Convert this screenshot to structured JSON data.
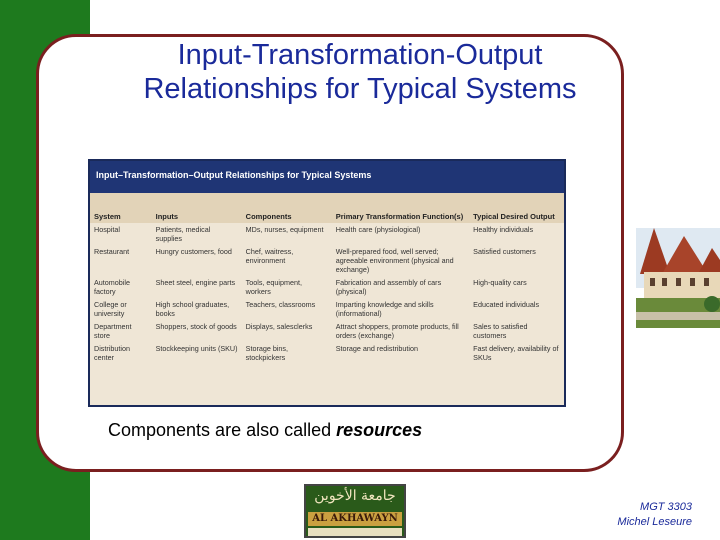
{
  "slide": {
    "title_line1": "Input-Transformation-Output",
    "title_line2": "Relationships for Typical Systems",
    "caption_prefix": "Components are also called ",
    "caption_emph": "resources"
  },
  "table": {
    "heading": "Input–Transformation–Output Relationships for Typical Systems",
    "columns": [
      "System",
      "Inputs",
      "Components",
      "Primary Transformation Function(s)",
      "Typical Desired Output"
    ],
    "rows": [
      [
        "Hospital",
        "Patients, medical supplies",
        "MDs, nurses, equipment",
        "Health care (physiological)",
        "Healthy individuals"
      ],
      [
        "Restaurant",
        "Hungry customers, food",
        "Chef, waitress, environment",
        "Well-prepared food, well served; agreeable environment (physical and exchange)",
        "Satisfied customers"
      ],
      [
        "Automobile factory",
        "Sheet steel, engine parts",
        "Tools, equipment, workers",
        "Fabrication and assembly of cars (physical)",
        "High-quality cars"
      ],
      [
        "College or university",
        "High school graduates, books",
        "Teachers, classrooms",
        "Imparting knowledge and skills (informational)",
        "Educated individuals"
      ],
      [
        "Department store",
        "Shoppers, stock of goods",
        "Displays, salesclerks",
        "Attract shoppers, promote products, fill orders (exchange)",
        "Sales to satisfied customers"
      ],
      [
        "Distribution center",
        "Stockkeeping units (SKU)",
        "Storage bins, stockpickers",
        "Storage and redistribution",
        "Fast delivery, availability of SKUs"
      ]
    ]
  },
  "logo": {
    "arabic_text": "جامعة الأخوين",
    "latin_text": "AL AKHAWAYN"
  },
  "footer": {
    "course": "MGT 3303",
    "author": "Michel Leseure"
  },
  "colors": {
    "green_bar": "#1e7a1e",
    "frame_border": "#7a1f1f",
    "title_text": "#1a2a9a",
    "table_header_bg": "#1f3575",
    "table_bg": "#efe6d6"
  }
}
